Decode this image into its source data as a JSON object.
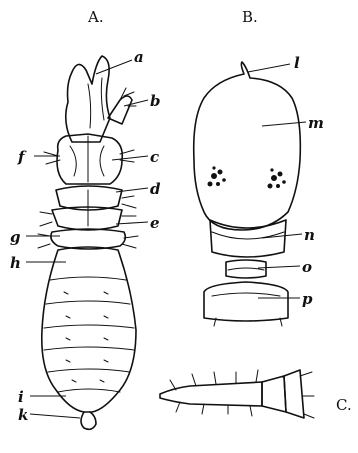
{
  "panels": {
    "a_title": "A.",
    "b_title": "B.",
    "c_title": "C."
  },
  "labels": {
    "a": "a",
    "b": "b",
    "c": "c",
    "d": "d",
    "e": "e",
    "f": "f",
    "g": "g",
    "h": "h",
    "i": "i",
    "k": "k",
    "l": "l",
    "m": "m",
    "n": "n",
    "o": "o",
    "p": "p"
  }
}
